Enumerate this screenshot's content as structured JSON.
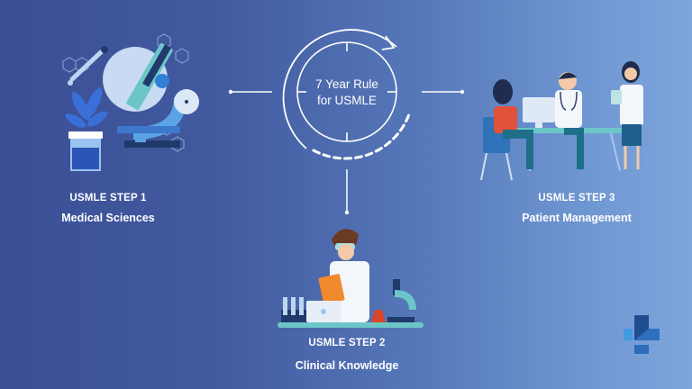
{
  "center": {
    "line1": "7 Year Rule",
    "line2": "for USMLE",
    "icon": "cycle-arrow-icon"
  },
  "steps": [
    {
      "step": "USMLE STEP 1",
      "subject": "Medical Sciences",
      "illustration": "microscope-lab-illustration"
    },
    {
      "step": "USMLE STEP 2",
      "subject": "Clinical Knowledge",
      "illustration": "scientist-lab-illustration"
    },
    {
      "step": "USMLE STEP 3",
      "subject": "Patient Management",
      "illustration": "doctor-patient-illustration"
    }
  ],
  "logo": {
    "icon": "medical-cross-logo-icon"
  },
  "colors": {
    "bg_left": "#3b4f96",
    "bg_right": "#7ea5db",
    "accent_teal": "#6cc6c8",
    "light_blue": "#bcd6f0",
    "navy": "#1f3a6b",
    "orange": "#f08a2c"
  }
}
